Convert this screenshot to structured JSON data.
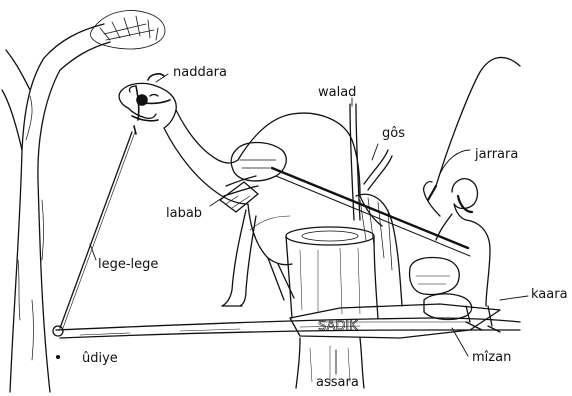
{
  "figure": {
    "labels": {
      "naddara": "naddara",
      "walad": "walad",
      "gos": "gôs",
      "jarrara": "jarrara",
      "labab": "labab",
      "lege_lege": "lege-lege",
      "kaara": "kaara",
      "udiye": "ûdiye",
      "mizan": "mîzan",
      "assara": "assara"
    },
    "carved_text": "SADIK",
    "colors": {
      "ink": "#111111",
      "paper": "#ffffff"
    }
  }
}
